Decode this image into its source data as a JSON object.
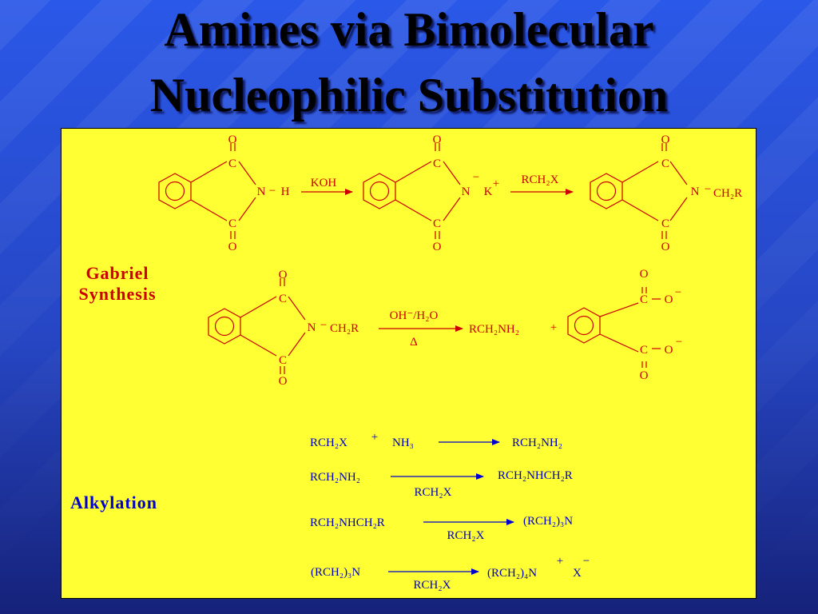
{
  "slide": {
    "title_line1": "Amines via Bimolecular",
    "title_line2": "Nucleophilic Substitution"
  },
  "gabriel": {
    "label_line1": "Gabriel",
    "label_line2": "Synthesis",
    "atoms": {
      "O": "O",
      "C": "C",
      "N": "N",
      "H": "H",
      "minus": "−",
      "plus": "+",
      "dash": "−"
    },
    "reagent1": "KOH",
    "potassium": "K",
    "alkyl_halide": "RCH₂X",
    "r_group": "CH₂R",
    "hydrolysis": "OH⁻/H₂O",
    "heat": "Δ",
    "primary_amine": "RCH₂NH₂"
  },
  "alkylation": {
    "label": "Alkylation",
    "plus": "+",
    "minus": "−",
    "rows": [
      {
        "left": "RCH₂X",
        "extra": "NH₃",
        "reagent": "",
        "product": "RCH₂NH₂"
      },
      {
        "left": "RCH₂NH₂",
        "extra": "",
        "reagent": "RCH₂X",
        "product": "RCH₂NHCH₂R"
      },
      {
        "left": "RCH₂NHCH₂R",
        "extra": "",
        "reagent": "RCH₂X",
        "product": "(RCH₂)₃N"
      },
      {
        "left": "(RCH₂)₃N",
        "extra": "",
        "reagent": "RCH₂X",
        "product": "(RCH₂)₄N"
      }
    ],
    "counterion": "X"
  },
  "colors": {
    "panel": "#ffff33",
    "red": "#cc0000",
    "blue": "#0000cc",
    "background": "#2646c4"
  }
}
